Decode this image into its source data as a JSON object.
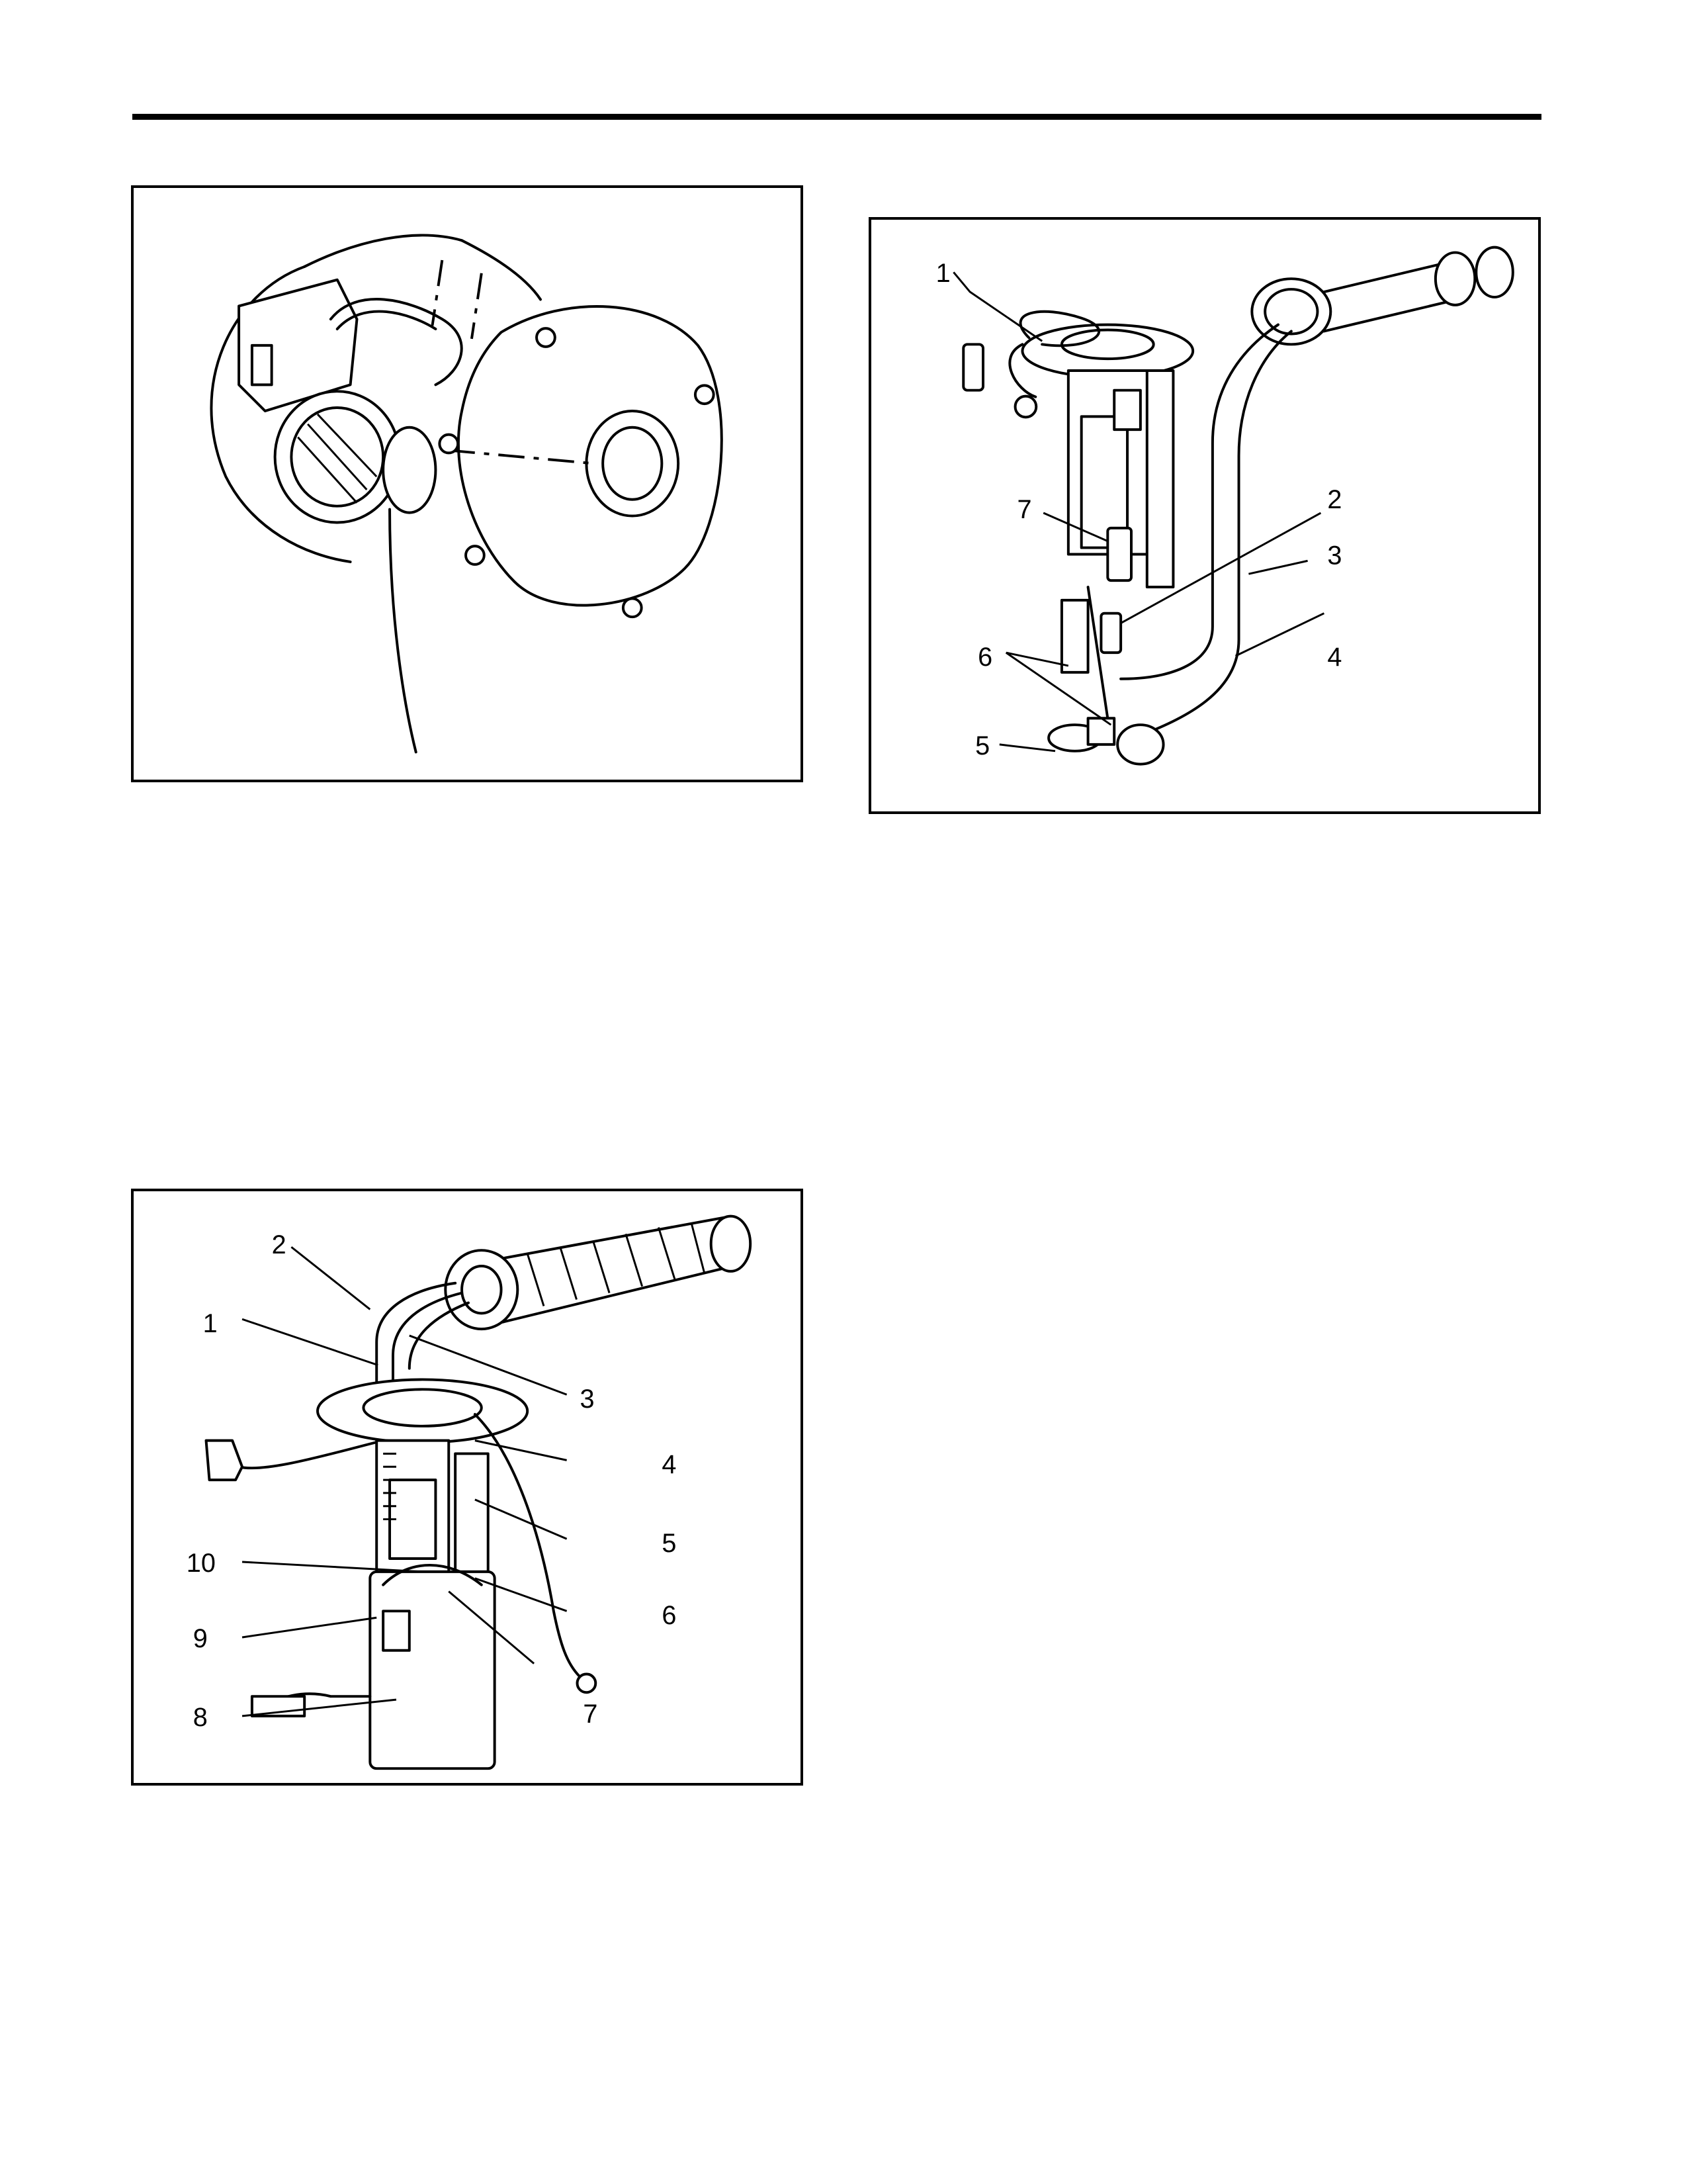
{
  "figures": {
    "cap": {
      "callouts": []
    },
    "pump": {
      "callouts": [
        "1",
        "2",
        "3",
        "4",
        "5",
        "6",
        "7"
      ]
    },
    "assy": {
      "callouts": [
        "1",
        "2",
        "3",
        "4",
        "5",
        "6",
        "7",
        "8",
        "9",
        "10"
      ]
    }
  }
}
